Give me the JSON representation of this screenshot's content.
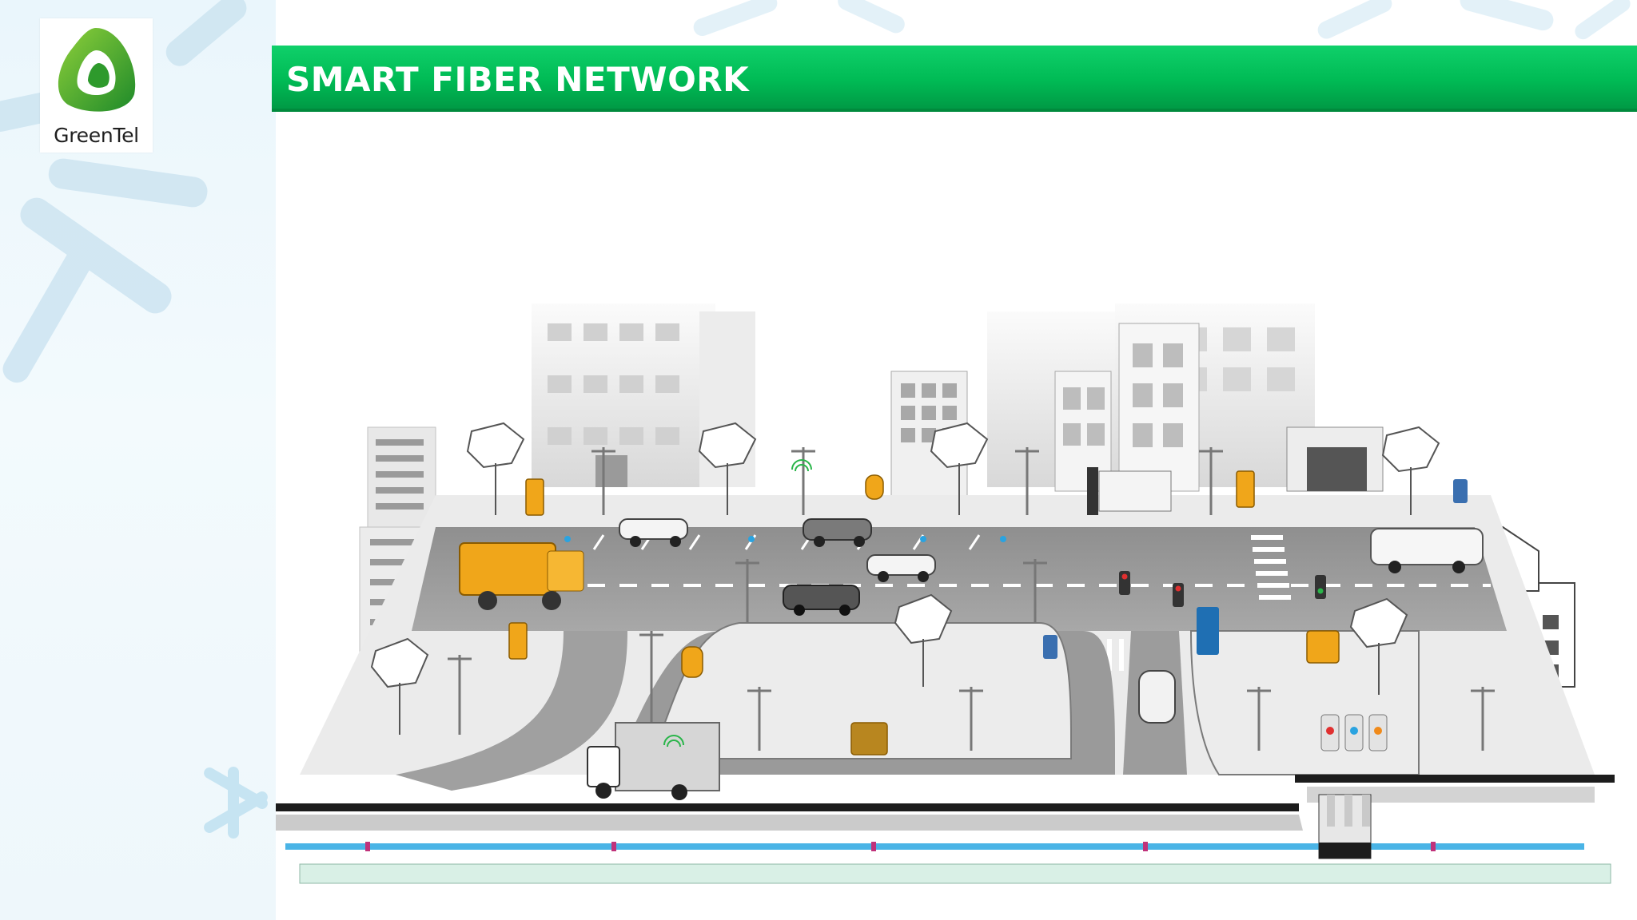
{
  "header": {
    "title": "SMART FIBER NETWORK",
    "bar_color": "#00bb55"
  },
  "logo": {
    "text": "GreenTel",
    "brand_color": "#3aa826"
  },
  "illustration": {
    "subject": "smart-city-street-with-underground-fiber",
    "icons": [
      "building-icon",
      "tree-icon",
      "streetlight-icon",
      "car-icon",
      "garbage-truck-icon",
      "delivery-truck-icon",
      "bus-icon",
      "school-icon",
      "waste-bin-icon",
      "traffic-light-icon",
      "bus-stop-icon",
      "parking-sensor-icon",
      "fiber-cable-icon"
    ],
    "colors": {
      "road": "#9a9a9a",
      "pavement": "#e9e9e9",
      "accent_orange": "#f0a61a",
      "fiber_blue": "#4ab4e6",
      "conduit_green": "#d9f0e6"
    }
  }
}
